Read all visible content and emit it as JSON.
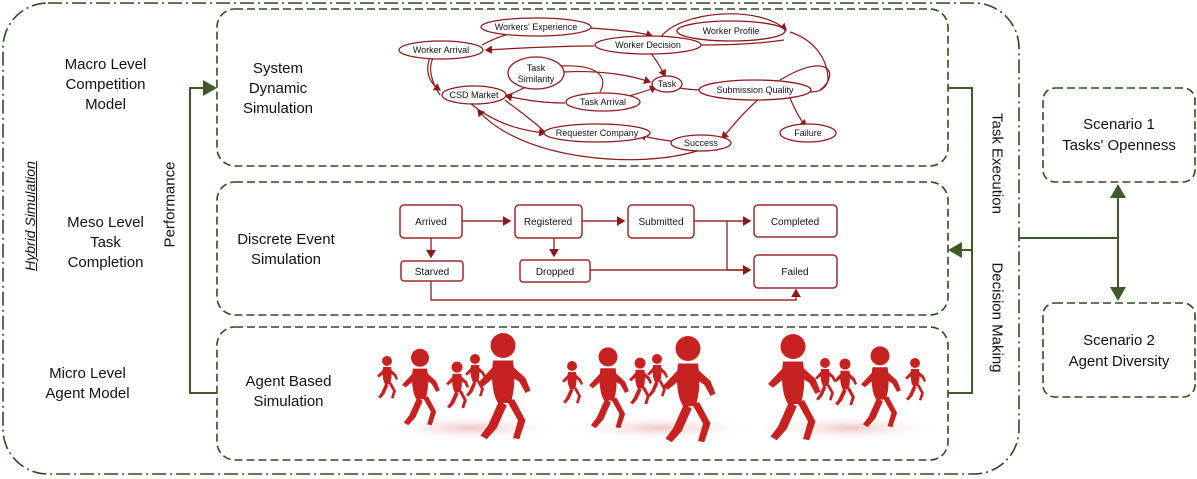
{
  "frame_label": "Hybrid Simulation",
  "levels": {
    "macro": [
      "Macro Level",
      "Competition",
      "Model"
    ],
    "meso": [
      "Meso Level",
      "Task",
      "Completion"
    ],
    "micro": [
      "Micro Level",
      "Agent Model"
    ]
  },
  "performance_label": "Performance",
  "task_execution_label": "Task Execution",
  "decision_making_label": "Decision Making",
  "boxes": {
    "sds": [
      "System",
      "Dynamic",
      "Simulation"
    ],
    "des": [
      "Discrete Event",
      "Simulation"
    ],
    "abs": [
      "Agent Based",
      "Simulation"
    ]
  },
  "sd_nodes": {
    "workers_experience": "Workers' Experience",
    "worker_profile": "Worker Profile",
    "worker_arrival": "Worker Arrival",
    "worker_decision": "Worker Decision",
    "task_similarity": [
      "Task",
      "Similarity"
    ],
    "task": "Task",
    "csd_market": "CSD Market",
    "task_arrival": "Task Arrival",
    "submission_quality": "Submission Quality",
    "requester_company": "Requester Company",
    "success": "Success",
    "failure": "Failure"
  },
  "de_states": {
    "arrived": "Arrived",
    "registered": "Registered",
    "submitted": "Submitted",
    "completed": "Completed",
    "starved": "Starved",
    "dropped": "Dropped",
    "failed": "Failed"
  },
  "scenarios": {
    "s1": [
      "Scenario 1",
      "Tasks' Openness"
    ],
    "s2": [
      "Scenario 2",
      "Agent Diversity"
    ]
  },
  "colors": {
    "frame": "#2e4a1f",
    "arrow_green": "#3d5a2a",
    "sd_node": "#8b1a1a",
    "de_state": "#9e2a2a",
    "figure_red": "#c62222"
  },
  "icons": [
    "running-figure-icon"
  ]
}
